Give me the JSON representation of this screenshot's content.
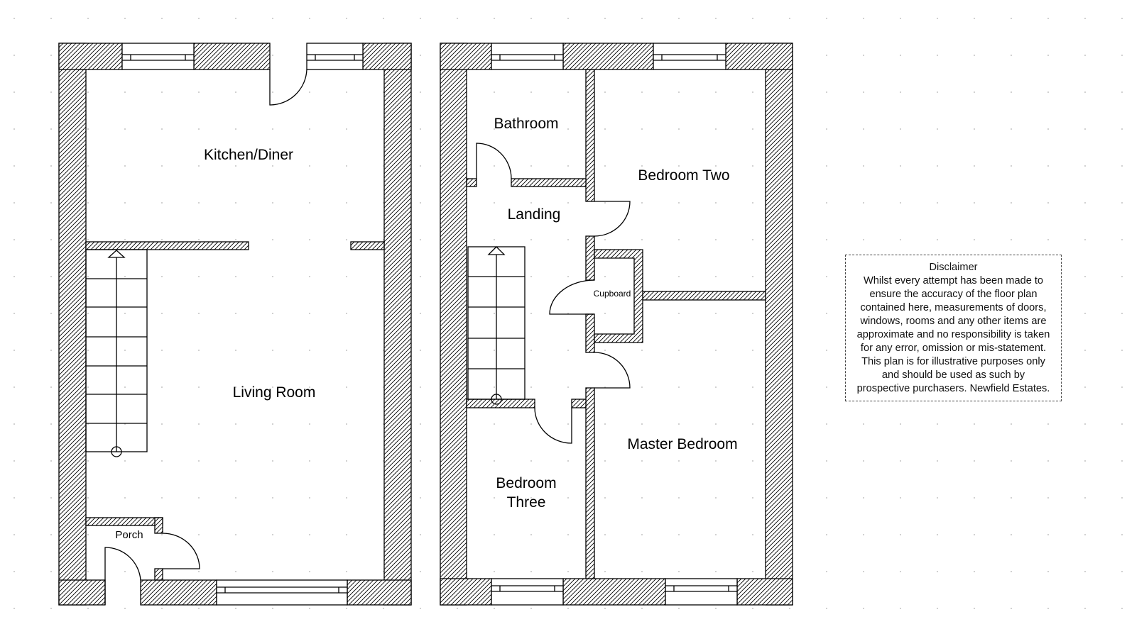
{
  "ground_floor": {
    "rooms": {
      "kitchen": "Kitchen/Diner",
      "living": "Living Room",
      "porch": "Porch"
    }
  },
  "first_floor": {
    "rooms": {
      "bathroom": "Bathroom",
      "bedroom_two": "Bedroom Two",
      "landing": "Landing",
      "cupboard": "Cupboard",
      "master": "Master Bedroom",
      "bedroom_three_1": "Bedroom",
      "bedroom_three_2": "Three"
    }
  },
  "disclaimer": {
    "title": "Disclaimer",
    "lines": [
      "Whilst every attempt has been made to",
      "ensure the accuracy of the floor plan",
      "contained here, measurements of doors,",
      "windows, rooms and any other items are",
      "approximate and no responsibility is taken",
      "for any error, omission or mis-statement.",
      "This plan is for illustrative purposes only",
      "and should be used as such by",
      "prospective purchasers. Newfield Estates."
    ]
  }
}
